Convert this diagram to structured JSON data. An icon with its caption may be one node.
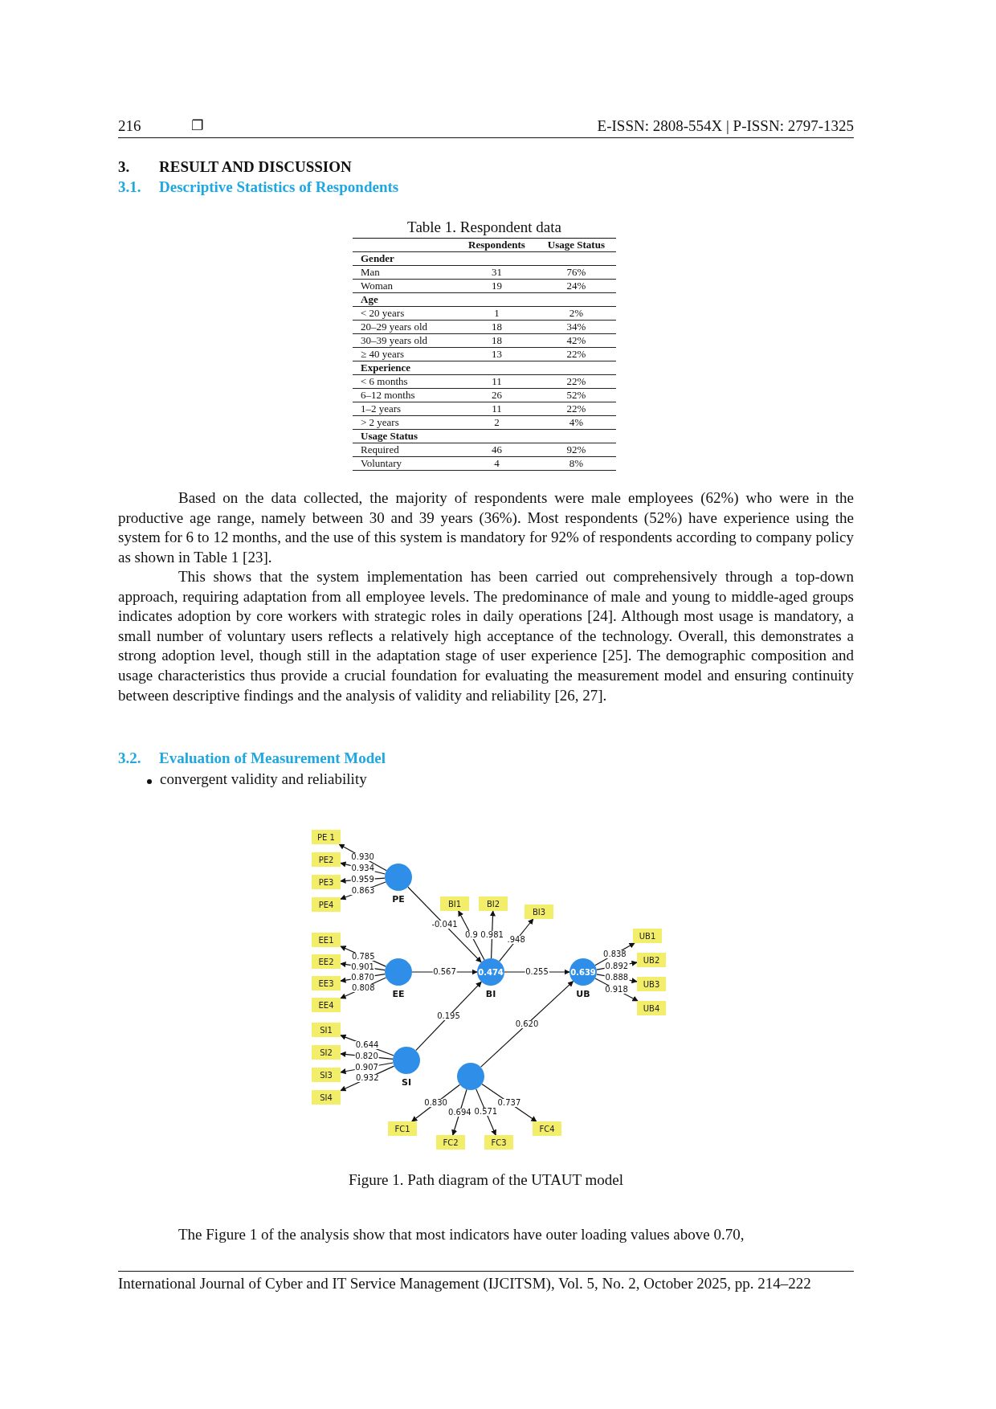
{
  "diagram": {
    "caption": "Figure 1. Path diagram of the UTAUT model",
    "nodes": [
      {
        "text": [],
        "shape": "circle",
        "beside": [
          "PE"
        ]
      },
      {
        "text": [
          "PE 1"
        ]
      },
      {
        "text": [
          "PE2"
        ]
      },
      {
        "text": [
          "PE3"
        ]
      },
      {
        "text": [
          "PE4"
        ]
      },
      {
        "text": [],
        "shape": "circle",
        "beside": [
          "EE"
        ]
      },
      {
        "text": [
          "EE1"
        ]
      },
      {
        "text": [
          "EE2"
        ]
      },
      {
        "text": [
          "EE3"
        ]
      },
      {
        "text": [
          "EE4"
        ]
      },
      {
        "text": [],
        "shape": "circle",
        "beside": [
          "SI"
        ]
      },
      {
        "text": [
          "SI1"
        ]
      },
      {
        "text": [
          "SI2"
        ]
      },
      {
        "text": [
          "SI3"
        ]
      },
      {
        "text": [
          "SI4"
        ]
      },
      {
        "text": [
          "0.474"
        ],
        "beside": [
          "BI"
        ]
      },
      {
        "text": [
          "BI1"
        ]
      },
      {
        "text": [
          "BI2"
        ]
      },
      {
        "text": [
          "BI3"
        ]
      },
      {
        "text": [
          "0.639"
        ],
        "beside": [
          "UB"
        ]
      },
      {
        "text": [
          "UB1"
        ]
      },
      {
        "text": [
          "UB2"
        ]
      },
      {
        "text": [
          "UB3"
        ]
      },
      {
        "text": [
          "UB4"
        ]
      },
      {
        "text": [],
        "shape": "circle"
      },
      {
        "text": [
          "FC1"
        ]
      },
      {
        "text": [
          "FC2"
        ]
      },
      {
        "text": [
          "FC3"
        ]
      },
      {
        "text": [
          "FC4"
        ]
      }
    ],
    "edges": [
      {
        "from": 0,
        "to": 1,
        "arrow": "to",
        "label": "0.930"
      },
      {
        "from": 0,
        "to": 2,
        "arrow": "to",
        "label": "0.934"
      },
      {
        "from": 0,
        "to": 3,
        "arrow": "to",
        "label": "0.959"
      },
      {
        "from": 0,
        "to": 4,
        "arrow": "to",
        "label": "0.863"
      },
      {
        "from": 5,
        "to": 6,
        "arrow": "to",
        "label": "0.785"
      },
      {
        "from": 5,
        "to": 7,
        "arrow": "to",
        "label": "0.901"
      },
      {
        "from": 5,
        "to": 8,
        "arrow": "to",
        "label": "0.870"
      },
      {
        "from": 5,
        "to": 9,
        "arrow": "to",
        "label": "0.808"
      },
      {
        "from": 10,
        "to": 11,
        "arrow": "to",
        "label": "0.644"
      },
      {
        "from": 10,
        "to": 12,
        "arrow": "to",
        "label": "0.820"
      },
      {
        "from": 10,
        "to": 13,
        "arrow": "to",
        "label": "0.907"
      },
      {
        "from": 10,
        "to": 14,
        "arrow": "to",
        "label": "0.932"
      },
      {
        "from": 15,
        "to": 16,
        "arrow": "to",
        "label": "0.9"
      },
      {
        "from": 15,
        "to": 17,
        "arrow": "to",
        "label": "0.981"
      },
      {
        "from": 15,
        "to": 18,
        "arrow": "to",
        "label": ".948"
      },
      {
        "from": 19,
        "to": 20,
        "arrow": "to",
        "label": "0.838"
      },
      {
        "from": 19,
        "to": 21,
        "arrow": "to",
        "label": "0.892"
      },
      {
        "from": 19,
        "to": 22,
        "arrow": "to",
        "label": "0.888"
      },
      {
        "from": 19,
        "to": 23,
        "arrow": "to",
        "label": "0.918"
      },
      {
        "from": 24,
        "to": 25,
        "arrow": "to",
        "label": "0.830"
      },
      {
        "from": 24,
        "to": 26,
        "arrow": "to",
        "label": "0.694"
      },
      {
        "from": 24,
        "to": 27,
        "arrow": "to",
        "label": "0.571"
      },
      {
        "from": 24,
        "to": 28,
        "arrow": "to",
        "label": "0.737"
      },
      {
        "from": 0,
        "to": 15,
        "arrow": "to",
        "label": "-0.041"
      },
      {
        "from": 5,
        "to": 15,
        "arrow": "to",
        "label": "0.567"
      },
      {
        "from": 10,
        "to": 15,
        "arrow": "to",
        "label": "0.195"
      },
      {
        "from": 15,
        "to": 19,
        "arrow": "to",
        "label": "0.255"
      },
      {
        "from": 24,
        "to": 19,
        "arrow": "to",
        "label": "0.620"
      }
    ],
    "labels": [
      "216",
      "❐",
      "E-ISSN: 2808-554X | P-ISSN: 2797-1325",
      "3.",
      "RESULT AND DISCUSSION",
      "3.1.",
      "Descriptive Statistics of Respondents",
      "Table 1. Respondent data",
      "Respondents",
      "Usage Status",
      "Gender",
      "Man",
      "31",
      "76%",
      "Woman",
      "19",
      "24%",
      "Age",
      "< 20 years",
      "1",
      "2%",
      "20–29 years old",
      "18",
      "34%",
      "30–39 years old",
      "18",
      "42%",
      "≥ 40 years",
      "13",
      "22%",
      "Experience",
      "< 6 months",
      "11",
      "22%",
      "6–12 months",
      "26",
      "52%",
      "1–2 years",
      "11",
      "22%",
      "> 2 years",
      "2",
      "4%",
      "Usage Status",
      "Required",
      "46",
      "92%",
      "Voluntary",
      "4",
      "8%",
      "Based on the data collected, the majority of respondents were male employees (62%) who were in the productive age range, namely between 30 and 39 years (36%). Most respondents (52%) have experience using the system for 6 to 12 months, and the use of this system is mandatory for 92% of respondents according to company policy as shown in Table 1 [23].",
      "This shows that the system implementation has been carried out comprehensively through a top-down approach, requiring adaptation from all employee levels. The predominance of male and young to middle-aged groups indicates adoption by core workers with strategic roles in daily operations [24]. Although most usage is mandatory, a small number of voluntary users reflects a relatively high acceptance of the technology. Overall, this demonstrates a strong adoption level, though still in the adaptation stage of user experience [25]. The demographic composition and usage characteristics thus provide a crucial foundation for evaluating the measurement model and ensuring continuity between descriptive findings and the analysis of validity and reliability [26, 27].",
      "3.2.",
      "Evaluation of Measurement Model",
      "convergent validity and reliability",
      "The Figure 1 of the analysis show that most indicators have outer loading values above 0.70,",
      "International Journal of Cyber and IT Service Management (IJCITSM), Vol. 5, No. 2, October 2025, pp. 214–222"
    ]
  }
}
